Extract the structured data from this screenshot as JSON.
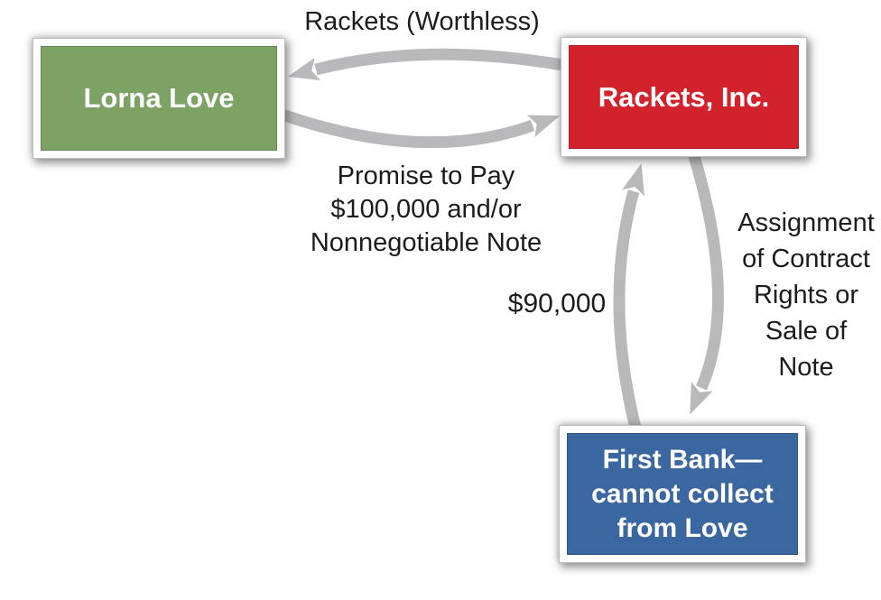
{
  "diagram": {
    "nodes": {
      "lorna_love": {
        "label": "Lorna Love",
        "fill": "#7CA364"
      },
      "rackets_inc": {
        "label": "Rackets, Inc.",
        "fill": "#D2232D"
      },
      "first_bank": {
        "lines": [
          "First Bank—",
          "cannot collect",
          "from Love"
        ],
        "fill": "#3B67A0"
      }
    },
    "edges": {
      "rackets_worthless": {
        "text": "Rackets (Worthless)",
        "from": "Rackets, Inc.",
        "to": "Lorna Love"
      },
      "promise_to_pay": {
        "lines": [
          "Promise to Pay",
          "$100,000 and/or",
          "Nonnegotiable Note"
        ],
        "from": "Lorna Love",
        "to": "Rackets, Inc."
      },
      "payment_90000": {
        "text": "$90,000",
        "from": "First Bank",
        "to": "Rackets, Inc."
      },
      "assignment": {
        "lines": [
          "Assignment",
          "of Contract",
          "Rights or",
          "Sale of",
          "Note"
        ],
        "from": "Rackets, Inc.",
        "to": "First Bank"
      }
    },
    "colors": {
      "arrow": "#b9b9bb",
      "text": "#1c1c1c",
      "box_border": "#ffffff"
    }
  }
}
